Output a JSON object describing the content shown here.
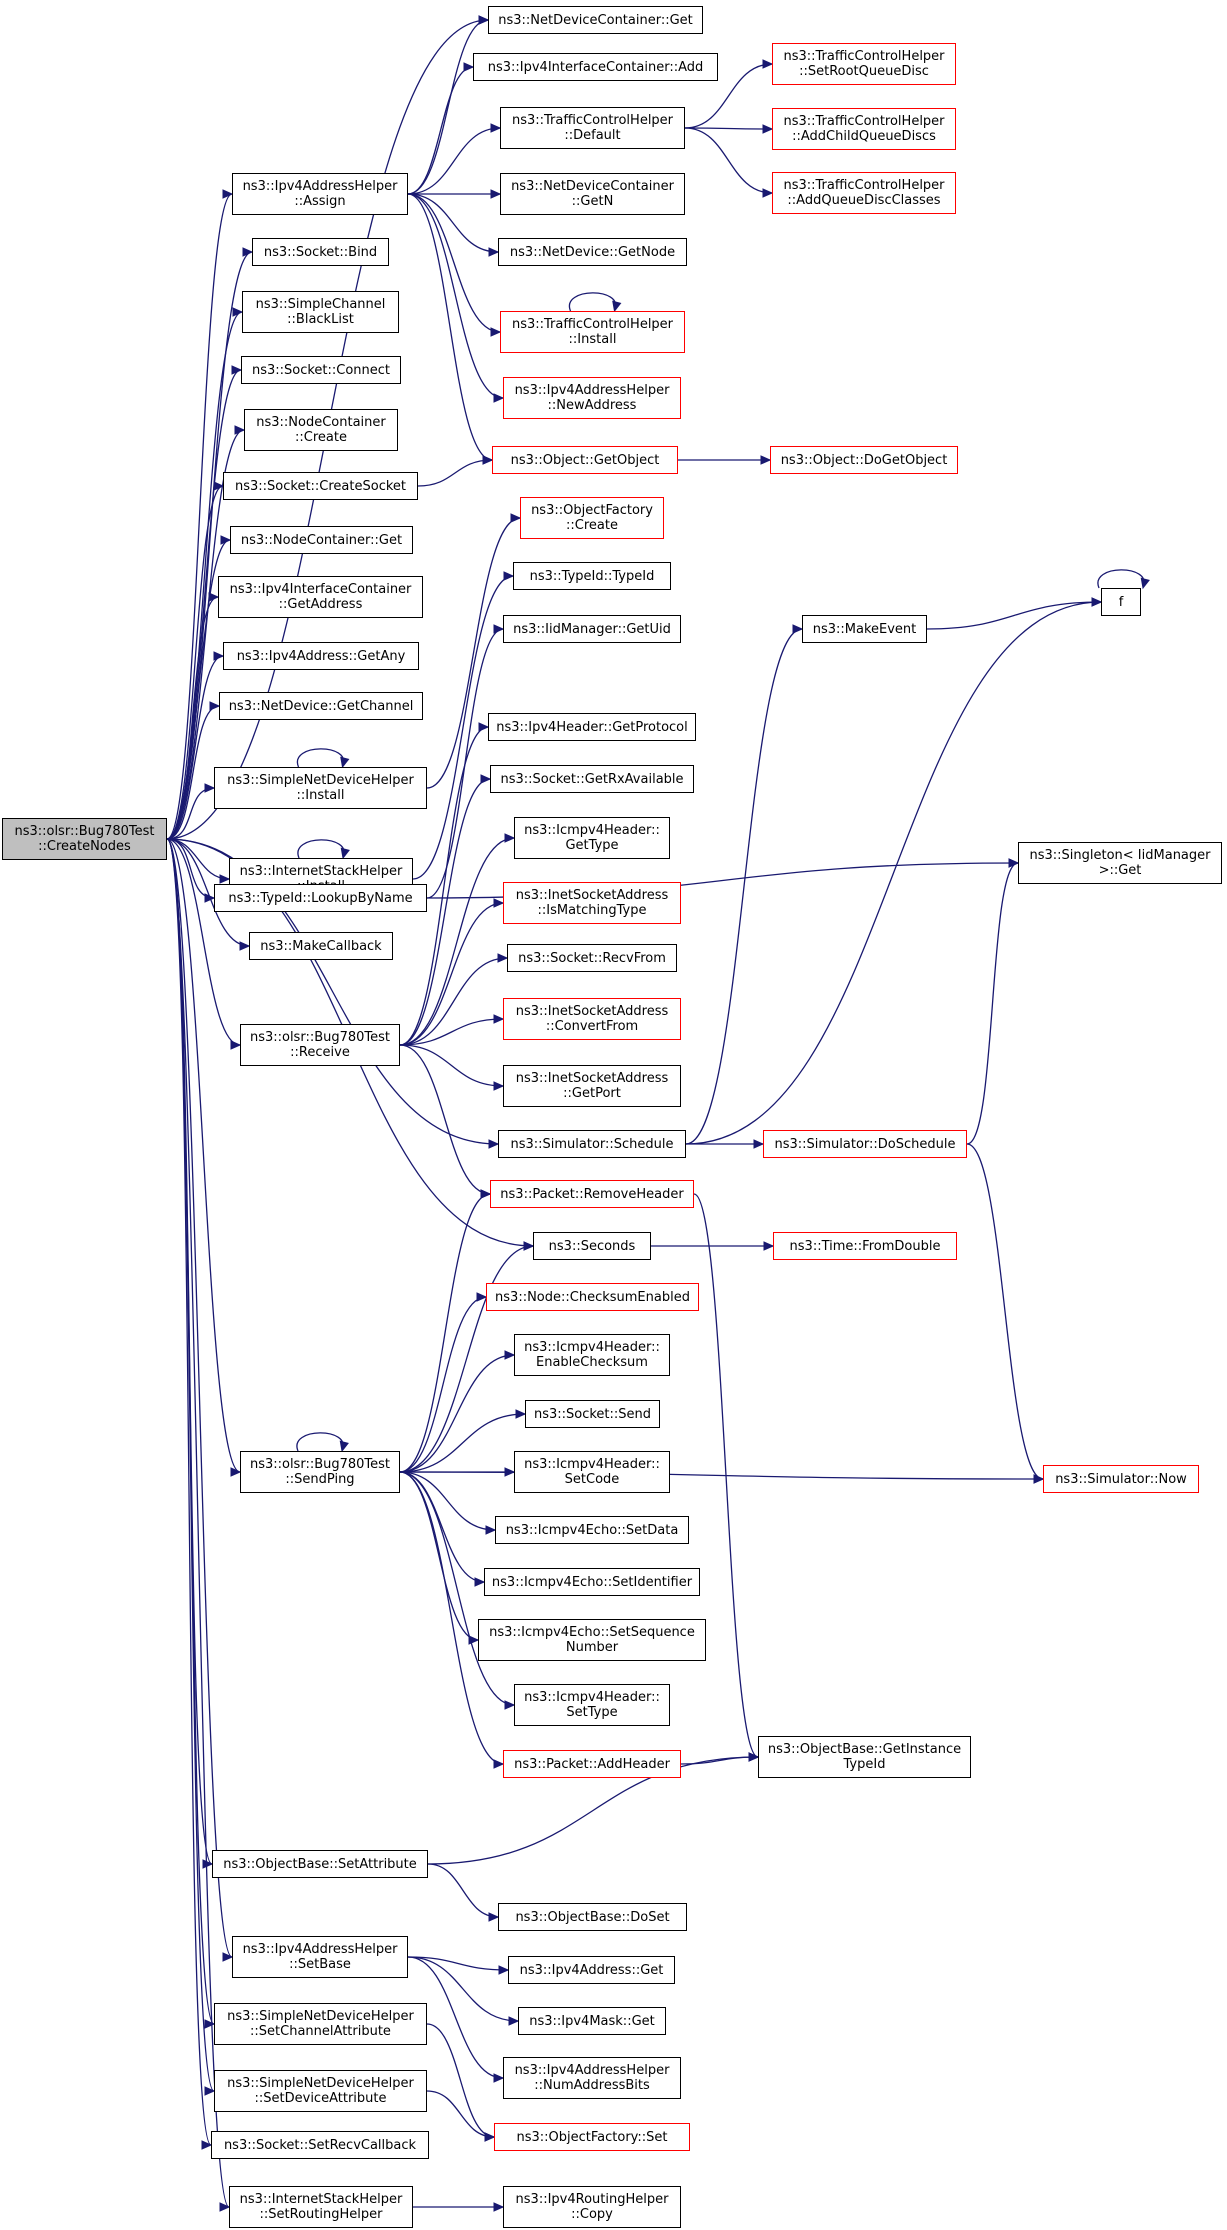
{
  "diagram": {
    "colors": {
      "edge": "#191970",
      "box_border": "#000000",
      "truncated_border": "#ff0000",
      "root_fill": "#bfbfbf"
    },
    "nodes": [
      {
        "id": "root",
        "lines": [
          "ns3::olsr::Bug780Test",
          "::CreateNodes"
        ],
        "root": true
      },
      {
        "id": "ndc_get",
        "lines": [
          "ns3::NetDeviceContainer::Get"
        ]
      },
      {
        "id": "ipv4ic_add",
        "lines": [
          "ns3::Ipv4InterfaceContainer::Add"
        ]
      },
      {
        "id": "tch_setroot",
        "lines": [
          "ns3::TrafficControlHelper",
          "::SetRootQueueDisc"
        ],
        "red": true
      },
      {
        "id": "tch_default",
        "lines": [
          "ns3::TrafficControlHelper",
          "::Default"
        ]
      },
      {
        "id": "tch_addchild",
        "lines": [
          "ns3::TrafficControlHelper",
          "::AddChildQueueDiscs"
        ],
        "red": true
      },
      {
        "id": "ipv4ah_assign",
        "lines": [
          "ns3::Ipv4AddressHelper",
          "::Assign"
        ]
      },
      {
        "id": "ndc_getn",
        "lines": [
          "ns3::NetDeviceContainer",
          "::GetN"
        ]
      },
      {
        "id": "tch_addqdc",
        "lines": [
          "ns3::TrafficControlHelper",
          "::AddQueueDiscClasses"
        ],
        "red": true
      },
      {
        "id": "sock_bind",
        "lines": [
          "ns3::Socket::Bind"
        ]
      },
      {
        "id": "nd_getnode",
        "lines": [
          "ns3::NetDevice::GetNode"
        ]
      },
      {
        "id": "sc_blacklist",
        "lines": [
          "ns3::SimpleChannel",
          "::BlackList"
        ]
      },
      {
        "id": "tch_install",
        "lines": [
          "ns3::TrafficControlHelper",
          "::Install"
        ],
        "red": true
      },
      {
        "id": "sock_connect",
        "lines": [
          "ns3::Socket::Connect"
        ]
      },
      {
        "id": "ipv4ah_newaddr",
        "lines": [
          "ns3::Ipv4AddressHelper",
          "::NewAddress"
        ],
        "red": true
      },
      {
        "id": "nc_create",
        "lines": [
          "ns3::NodeContainer",
          "::Create"
        ]
      },
      {
        "id": "sock_createsocket",
        "lines": [
          "ns3::Socket::CreateSocket"
        ]
      },
      {
        "id": "obj_getobject",
        "lines": [
          "ns3::Object::GetObject"
        ],
        "red": true
      },
      {
        "id": "obj_dogetobject",
        "lines": [
          "ns3::Object::DoGetObject"
        ],
        "red": true
      },
      {
        "id": "of_create",
        "lines": [
          "ns3::ObjectFactory",
          "::Create"
        ],
        "red": true
      },
      {
        "id": "nc_get",
        "lines": [
          "ns3::NodeContainer::Get"
        ]
      },
      {
        "id": "typeid_typeid",
        "lines": [
          "ns3::TypeId::TypeId"
        ]
      },
      {
        "id": "f",
        "lines": [
          "f"
        ]
      },
      {
        "id": "ipv4ic_getaddr",
        "lines": [
          "ns3::Ipv4InterfaceContainer",
          "::GetAddress"
        ]
      },
      {
        "id": "iid_getuid",
        "lines": [
          "ns3::IidManager::GetUid"
        ]
      },
      {
        "id": "makeevent",
        "lines": [
          "ns3::MakeEvent"
        ]
      },
      {
        "id": "ipv4addr_getany",
        "lines": [
          "ns3::Ipv4Address::GetAny"
        ]
      },
      {
        "id": "nd_getchannel",
        "lines": [
          "ns3::NetDevice::GetChannel"
        ]
      },
      {
        "id": "ipv4h_getproto",
        "lines": [
          "ns3::Ipv4Header::GetProtocol"
        ]
      },
      {
        "id": "sndh_install",
        "lines": [
          "ns3::SimpleNetDeviceHelper",
          "::Install"
        ]
      },
      {
        "id": "sock_getrx",
        "lines": [
          "ns3::Socket::GetRxAvailable"
        ]
      },
      {
        "id": "icmp4h_gettype",
        "lines": [
          "ns3::Icmpv4Header::",
          "GetType"
        ]
      },
      {
        "id": "singleton_get",
        "lines": [
          "ns3::Singleton< IidManager",
          ">::Get"
        ]
      },
      {
        "id": "ish_install",
        "lines": [
          "ns3::InternetStackHelper",
          "::Install"
        ]
      },
      {
        "id": "isa_ismatching",
        "lines": [
          "ns3::InetSocketAddress",
          "::IsMatchingType"
        ],
        "red": true
      },
      {
        "id": "typeid_lookup",
        "lines": [
          "ns3::TypeId::LookupByName"
        ]
      },
      {
        "id": "sock_recvfrom",
        "lines": [
          "ns3::Socket::RecvFrom"
        ]
      },
      {
        "id": "makecallback",
        "lines": [
          "ns3::MakeCallback"
        ]
      },
      {
        "id": "isa_convertfrom",
        "lines": [
          "ns3::InetSocketAddress",
          "::ConvertFrom"
        ],
        "red": true
      },
      {
        "id": "bug_receive",
        "lines": [
          "ns3::olsr::Bug780Test",
          "::Receive"
        ]
      },
      {
        "id": "isa_getport",
        "lines": [
          "ns3::InetSocketAddress",
          "::GetPort"
        ]
      },
      {
        "id": "sim_schedule",
        "lines": [
          "ns3::Simulator::Schedule"
        ]
      },
      {
        "id": "sim_doschedule",
        "lines": [
          "ns3::Simulator::DoSchedule"
        ],
        "red": true
      },
      {
        "id": "pkt_removeheader",
        "lines": [
          "ns3::Packet::RemoveHeader"
        ],
        "red": true
      },
      {
        "id": "seconds",
        "lines": [
          "ns3::Seconds"
        ]
      },
      {
        "id": "time_fromdouble",
        "lines": [
          "ns3::Time::FromDouble"
        ],
        "red": true
      },
      {
        "id": "node_checksum",
        "lines": [
          "ns3::Node::ChecksumEnabled"
        ],
        "red": true
      },
      {
        "id": "icmp4h_enablechecksum",
        "lines": [
          "ns3::Icmpv4Header::",
          "EnableChecksum"
        ]
      },
      {
        "id": "sock_send",
        "lines": [
          "ns3::Socket::Send"
        ]
      },
      {
        "id": "bug_sendping",
        "lines": [
          "ns3::olsr::Bug780Test",
          "::SendPing"
        ]
      },
      {
        "id": "icmp4h_setcode",
        "lines": [
          "ns3::Icmpv4Header::",
          "SetCode"
        ]
      },
      {
        "id": "sim_now",
        "lines": [
          "ns3::Simulator::Now"
        ],
        "red": true
      },
      {
        "id": "echo_setdata",
        "lines": [
          "ns3::Icmpv4Echo::SetData"
        ]
      },
      {
        "id": "echo_setid",
        "lines": [
          "ns3::Icmpv4Echo::SetIdentifier"
        ]
      },
      {
        "id": "echo_setseq",
        "lines": [
          "ns3::Icmpv4Echo::SetSequence",
          "Number"
        ]
      },
      {
        "id": "icmp4h_settype",
        "lines": [
          "ns3::Icmpv4Header::",
          "SetType"
        ]
      },
      {
        "id": "pkt_addheader",
        "lines": [
          "ns3::Packet::AddHeader"
        ],
        "red": true
      },
      {
        "id": "ob_getinstance",
        "lines": [
          "ns3::ObjectBase::GetInstance",
          "TypeId"
        ]
      },
      {
        "id": "ob_setattr",
        "lines": [
          "ns3::ObjectBase::SetAttribute"
        ]
      },
      {
        "id": "ob_doset",
        "lines": [
          "ns3::ObjectBase::DoSet"
        ]
      },
      {
        "id": "ipv4ah_setbase",
        "lines": [
          "ns3::Ipv4AddressHelper",
          "::SetBase"
        ]
      },
      {
        "id": "ipv4addr_get",
        "lines": [
          "ns3::Ipv4Address::Get"
        ]
      },
      {
        "id": "ipv4mask_get",
        "lines": [
          "ns3::Ipv4Mask::Get"
        ]
      },
      {
        "id": "sndh_setchattr",
        "lines": [
          "ns3::SimpleNetDeviceHelper",
          "::SetChannelAttribute"
        ]
      },
      {
        "id": "ipv4ah_numbits",
        "lines": [
          "ns3::Ipv4AddressHelper",
          "::NumAddressBits"
        ]
      },
      {
        "id": "sndh_setdevattr",
        "lines": [
          "ns3::SimpleNetDeviceHelper",
          "::SetDeviceAttribute"
        ]
      },
      {
        "id": "of_set",
        "lines": [
          "ns3::ObjectFactory::Set"
        ],
        "red": true
      },
      {
        "id": "sock_setrecvcb",
        "lines": [
          "ns3::Socket::SetRecvCallback"
        ]
      },
      {
        "id": "ish_setrouting",
        "lines": [
          "ns3::InternetStackHelper",
          "::SetRoutingHelper"
        ]
      },
      {
        "id": "ipv4rh_copy",
        "lines": [
          "ns3::Ipv4RoutingHelper",
          "::Copy"
        ]
      }
    ],
    "edges": [
      [
        "root",
        "ndc_get"
      ],
      [
        "root",
        "ipv4ah_assign"
      ],
      [
        "root",
        "sock_bind"
      ],
      [
        "root",
        "sc_blacklist"
      ],
      [
        "root",
        "sock_connect"
      ],
      [
        "root",
        "nc_create"
      ],
      [
        "root",
        "sock_createsocket"
      ],
      [
        "root",
        "nc_get"
      ],
      [
        "root",
        "ipv4ic_getaddr"
      ],
      [
        "root",
        "ipv4addr_getany"
      ],
      [
        "root",
        "nd_getchannel"
      ],
      [
        "root",
        "sndh_install"
      ],
      [
        "root",
        "ish_install"
      ],
      [
        "root",
        "typeid_lookup"
      ],
      [
        "root",
        "makecallback"
      ],
      [
        "root",
        "bug_receive"
      ],
      [
        "root",
        "sim_schedule"
      ],
      [
        "root",
        "seconds"
      ],
      [
        "root",
        "bug_sendping"
      ],
      [
        "root",
        "ob_setattr"
      ],
      [
        "root",
        "ipv4ah_setbase"
      ],
      [
        "root",
        "sndh_setchattr"
      ],
      [
        "root",
        "sndh_setdevattr"
      ],
      [
        "root",
        "sock_setrecvcb"
      ],
      [
        "root",
        "ish_setrouting"
      ],
      [
        "ipv4ah_assign",
        "ndc_get"
      ],
      [
        "ipv4ah_assign",
        "ipv4ic_add"
      ],
      [
        "ipv4ah_assign",
        "tch_default"
      ],
      [
        "ipv4ah_assign",
        "ndc_getn"
      ],
      [
        "ipv4ah_assign",
        "nd_getnode"
      ],
      [
        "ipv4ah_assign",
        "tch_install"
      ],
      [
        "ipv4ah_assign",
        "ipv4ah_newaddr"
      ],
      [
        "ipv4ah_assign",
        "obj_getobject"
      ],
      [
        "tch_default",
        "tch_setroot"
      ],
      [
        "tch_default",
        "tch_addchild"
      ],
      [
        "tch_default",
        "tch_addqdc"
      ],
      [
        "tch_install",
        "tch_install"
      ],
      [
        "sock_createsocket",
        "obj_getobject"
      ],
      [
        "obj_getobject",
        "obj_dogetobject"
      ],
      [
        "sndh_install",
        "sndh_install"
      ],
      [
        "sndh_install",
        "of_create"
      ],
      [
        "ish_install",
        "ish_install"
      ],
      [
        "ish_install",
        "typeid_typeid"
      ],
      [
        "typeid_lookup",
        "iid_getuid"
      ],
      [
        "typeid_lookup",
        "singleton_get"
      ],
      [
        "bug_receive",
        "ipv4h_getproto"
      ],
      [
        "bug_receive",
        "sock_getrx"
      ],
      [
        "bug_receive",
        "icmp4h_gettype"
      ],
      [
        "bug_receive",
        "isa_ismatching"
      ],
      [
        "bug_receive",
        "sock_recvfrom"
      ],
      [
        "bug_receive",
        "isa_convertfrom"
      ],
      [
        "bug_receive",
        "isa_getport"
      ],
      [
        "bug_receive",
        "pkt_removeheader"
      ],
      [
        "sim_schedule",
        "makeevent"
      ],
      [
        "sim_schedule",
        "f"
      ],
      [
        "sim_schedule",
        "sim_doschedule"
      ],
      [
        "makeevent",
        "f"
      ],
      [
        "f",
        "f"
      ],
      [
        "sim_doschedule",
        "singleton_get"
      ],
      [
        "sim_doschedule",
        "sim_now"
      ],
      [
        "pkt_removeheader",
        "ob_getinstance"
      ],
      [
        "seconds",
        "time_fromdouble"
      ],
      [
        "bug_sendping",
        "bug_sendping"
      ],
      [
        "bug_sendping",
        "pkt_removeheader"
      ],
      [
        "bug_sendping",
        "seconds"
      ],
      [
        "bug_sendping",
        "node_checksum"
      ],
      [
        "bug_sendping",
        "icmp4h_enablechecksum"
      ],
      [
        "bug_sendping",
        "sock_send"
      ],
      [
        "bug_sendping",
        "icmp4h_setcode"
      ],
      [
        "bug_sendping",
        "echo_setdata"
      ],
      [
        "bug_sendping",
        "echo_setid"
      ],
      [
        "bug_sendping",
        "echo_setseq"
      ],
      [
        "bug_sendping",
        "icmp4h_settype"
      ],
      [
        "bug_sendping",
        "pkt_addheader"
      ],
      [
        "bug_sendping",
        "sim_now"
      ],
      [
        "pkt_addheader",
        "ob_getinstance"
      ],
      [
        "ob_setattr",
        "ob_getinstance"
      ],
      [
        "ob_setattr",
        "ob_doset"
      ],
      [
        "ipv4ah_setbase",
        "ipv4addr_get"
      ],
      [
        "ipv4ah_setbase",
        "ipv4mask_get"
      ],
      [
        "ipv4ah_setbase",
        "ipv4ah_numbits"
      ],
      [
        "sndh_setchattr",
        "of_set"
      ],
      [
        "sndh_setdevattr",
        "of_set"
      ],
      [
        "ish_setrouting",
        "ipv4rh_copy"
      ]
    ]
  }
}
